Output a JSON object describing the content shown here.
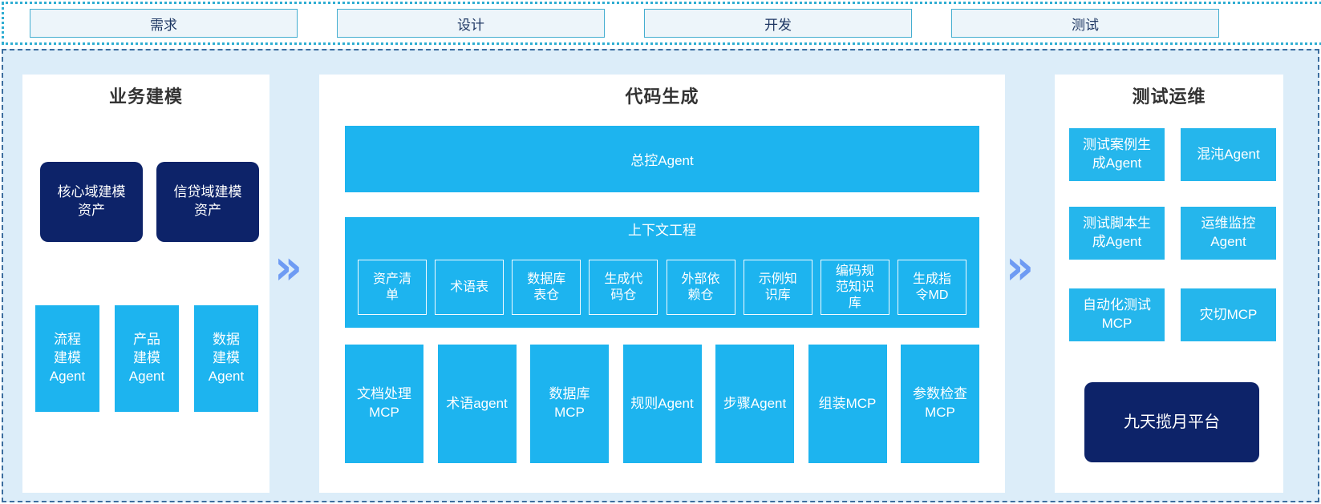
{
  "stage_bar": {
    "items": [
      {
        "label": "需求"
      },
      {
        "label": "设计"
      },
      {
        "label": "开发"
      },
      {
        "label": "测试"
      }
    ]
  },
  "arrow_glyph": "»",
  "business": {
    "title": "业务建模",
    "assets": [
      {
        "label": "核心域建模资产",
        "lines": [
          "核心域建模",
          "资产"
        ]
      },
      {
        "label": "信贷域建模资产",
        "lines": [
          "信贷域建模",
          "资产"
        ]
      }
    ],
    "agents": [
      {
        "label": "流程建模Agent",
        "lines": [
          "流程",
          "建模",
          "Agent"
        ]
      },
      {
        "label": "产品建模Agent",
        "lines": [
          "产品",
          "建模",
          "Agent"
        ]
      },
      {
        "label": "数据建模Agent",
        "lines": [
          "数据",
          "建模",
          "Agent"
        ]
      }
    ]
  },
  "codegen": {
    "title": "代码生成",
    "master_agent": "总控Agent",
    "context": {
      "title": "上下文工程",
      "items": [
        {
          "label": "资产清单",
          "lines": [
            "资产清",
            "单"
          ]
        },
        {
          "label": "术语表",
          "lines": [
            "术语表"
          ]
        },
        {
          "label": "数据库表仓",
          "lines": [
            "数据库",
            "表仓"
          ]
        },
        {
          "label": "生成代码仓",
          "lines": [
            "生成代",
            "码仓"
          ]
        },
        {
          "label": "外部依赖仓",
          "lines": [
            "外部依",
            "赖仓"
          ]
        },
        {
          "label": "示例知识库",
          "lines": [
            "示例知",
            "识库"
          ]
        },
        {
          "label": "编码规范知识库",
          "lines": [
            "编码规",
            "范知识",
            "库"
          ]
        },
        {
          "label": "生成指令MD",
          "lines": [
            "生成指",
            "令MD"
          ]
        }
      ]
    },
    "tools": [
      {
        "label": "文档处理MCP",
        "lines": [
          "文档处理",
          "MCP"
        ]
      },
      {
        "label": "术语agent",
        "lines": [
          "术语agent"
        ]
      },
      {
        "label": "数据库MCP",
        "lines": [
          "数据库",
          "MCP"
        ]
      },
      {
        "label": "规则Agent",
        "lines": [
          "规则Agent"
        ]
      },
      {
        "label": "步骤Agent",
        "lines": [
          "步骤Agent"
        ]
      },
      {
        "label": "组装MCP",
        "lines": [
          "组装MCP"
        ]
      },
      {
        "label": "参数检查MCP",
        "lines": [
          "参数检查",
          "MCP"
        ]
      }
    ]
  },
  "testops": {
    "title": "测试运维",
    "boxes": [
      {
        "label": "测试案例生成Agent",
        "lines": [
          "测试案例生",
          "成Agent"
        ]
      },
      {
        "label": "混沌Agent",
        "lines": [
          "混沌Agent"
        ]
      },
      {
        "label": "测试脚本生成Agent",
        "lines": [
          "测试脚本生",
          "成Agent"
        ]
      },
      {
        "label": "运维监控Agent",
        "lines": [
          "运维监控",
          "Agent"
        ]
      },
      {
        "label": "自动化测试MCP",
        "lines": [
          "自动化测试",
          "MCP"
        ]
      },
      {
        "label": "灾切MCP",
        "lines": [
          "灾切MCP"
        ]
      }
    ],
    "platform": {
      "label": "九天揽月平台"
    }
  },
  "colors": {
    "cyan": "#1db4ef",
    "cyan_light": "#25b6ec",
    "navy": "#0d2369",
    "container_bg": "#dcedf9",
    "container_border": "#3c6e9f",
    "strip_border": "#2fadd2",
    "stage_bg": "#edf5fa",
    "stage_border": "#44aed0",
    "stage_text": "#1f3864",
    "chevron": "#6e9bf3"
  }
}
